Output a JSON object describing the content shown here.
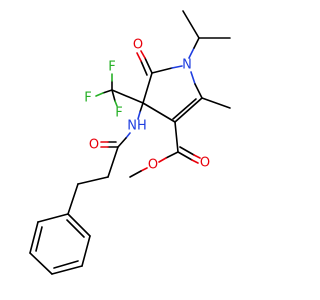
{
  "colors": {
    "background": "#ffffff",
    "carbon": "#000000",
    "oxygen": "#e8000b",
    "nitrogen": "#1f3ee0",
    "fluorine": "#26b026"
  },
  "atoms": {
    "o_ring": "O",
    "n_ring": "N",
    "f1": "F",
    "f2": "F",
    "f3": "F",
    "nh": "NH",
    "o_amide": "O",
    "o_ester_carbonyl": "O",
    "o_ester_ether": "O"
  }
}
